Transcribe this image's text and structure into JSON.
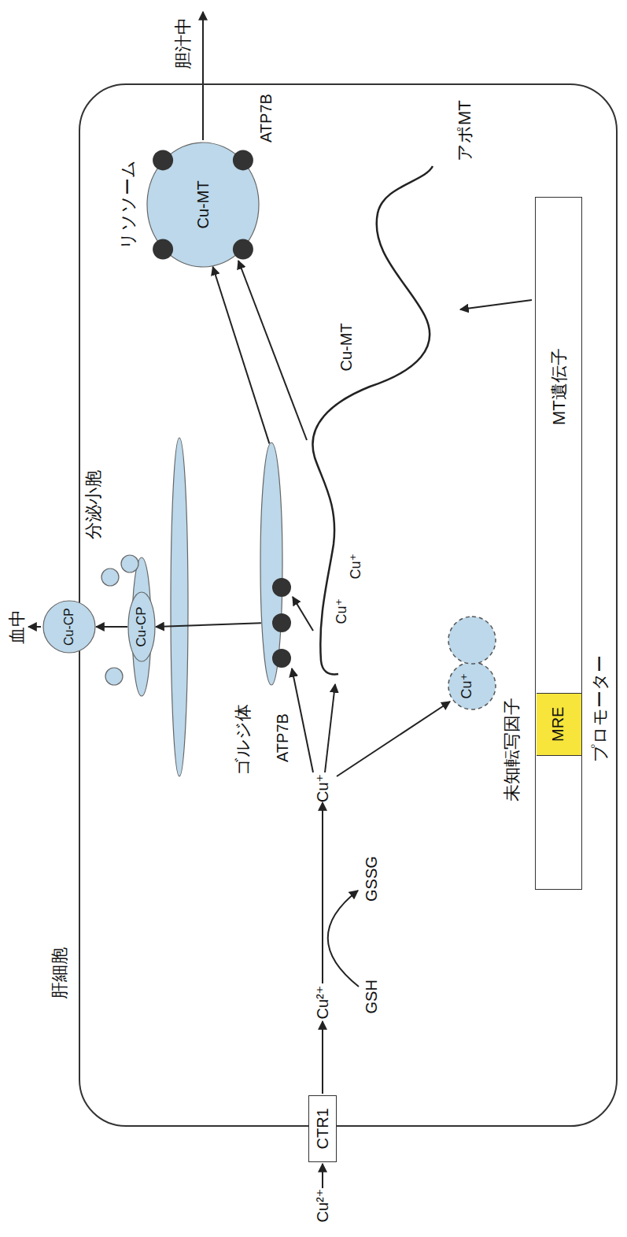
{
  "diagram": {
    "nodes": [
      {
        "text": [
          "肝細胞"
        ]
      },
      {
        "text": [
          "CTR1"
        ]
      },
      {
        "text": [
          "ゴルジ体",
          "ATP7B"
        ],
        "in": 0
      },
      {
        "text": [
          "Cu-CP"
        ],
        "in": 0
      },
      {
        "text": [
          "Cu-CP",
          "分泌小胞"
        ]
      },
      {
        "text": [
          "リソソーム",
          "Cu-MT",
          "ATP7B"
        ],
        "in": 0
      },
      {
        "text": [
          "Cu⁺",
          "未知転写因子"
        ],
        "in": 0
      },
      {
        "text": [
          "MT遺伝子"
        ],
        "in": 0
      },
      {
        "text": [
          "MRE"
        ],
        "in": 7
      }
    ],
    "edges": [
      {
        "from": 2,
        "to": 3,
        "arrow": "to"
      },
      {
        "from": 3,
        "to": 4,
        "arrow": "to"
      },
      {
        "from": 2,
        "to": 5,
        "arrow": "to"
      }
    ],
    "labels": [
      "血中",
      "胆汁中",
      "Cu²⁺",
      "Cu²⁺",
      "GSH",
      "GSSG",
      "Cu⁺",
      "Cu⁺",
      "Cu⁺",
      "Cu-MT",
      "アポMT",
      "プロモーター"
    ]
  }
}
